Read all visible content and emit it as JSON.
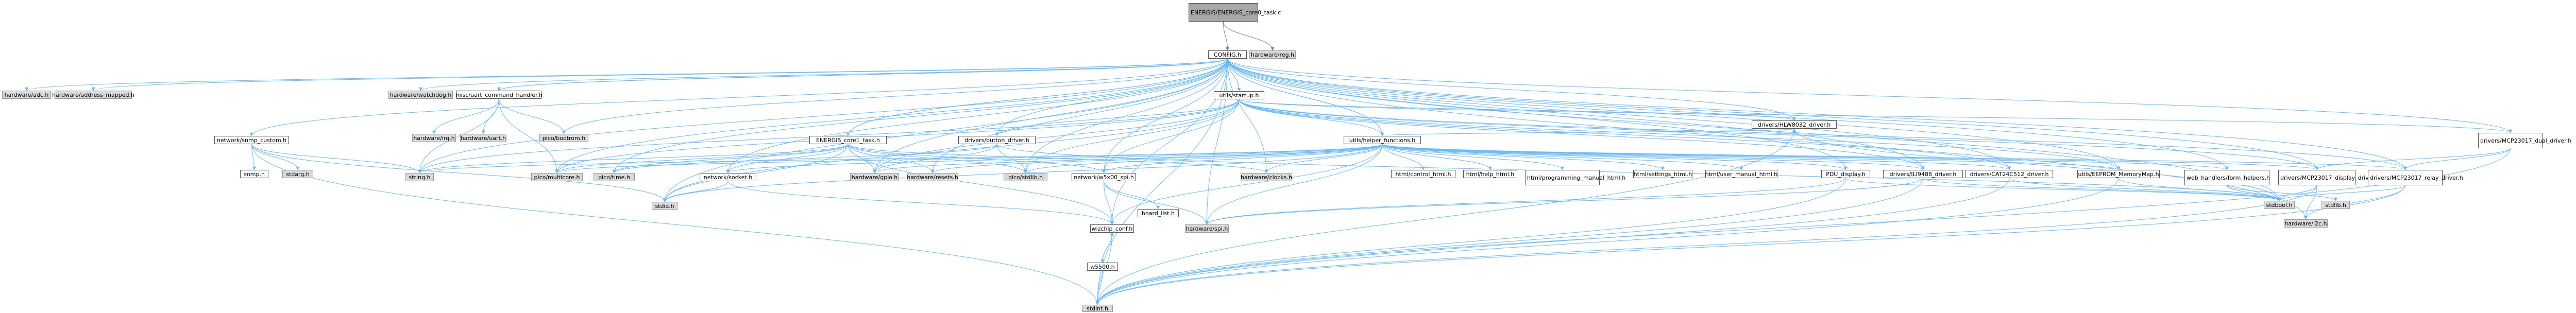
{
  "graph": {
    "colors": {
      "edge": "#63b8ff",
      "edge_root": "#7f7f7f",
      "node_fill": "#ffffff",
      "node_border": "#555555",
      "system_fill": "#d9d9d9",
      "root_fill": "#a7a7a7"
    },
    "nodes": [
      {
        "id": "main",
        "label": "ENERGIS/ENERGIS_core0_task.c",
        "kind": "root"
      },
      {
        "id": "config",
        "label": "CONFIG.h",
        "kind": "file"
      },
      {
        "id": "hwreg",
        "label": "hardware/reg.h",
        "kind": "sys"
      },
      {
        "id": "hwadc",
        "label": "hardware/adc.h",
        "kind": "sys"
      },
      {
        "id": "hwaddr",
        "label": "hardware/address_mapped.h",
        "kind": "sys"
      },
      {
        "id": "hwwatchdog",
        "label": "hardware/watchdog.h",
        "kind": "sys"
      },
      {
        "id": "uartcmd",
        "label": "misc/uart_command_handler.h",
        "kind": "file"
      },
      {
        "id": "hwirq",
        "label": "hardware/irq.h",
        "kind": "sys"
      },
      {
        "id": "hwuart",
        "label": "hardware/uart.h",
        "kind": "sys"
      },
      {
        "id": "picobootsel",
        "label": "pico/bootrom.h",
        "kind": "sys"
      },
      {
        "id": "snmpcustom",
        "label": "network/snmp_custom.h",
        "kind": "file"
      },
      {
        "id": "snmp",
        "label": "snmp.h",
        "kind": "file"
      },
      {
        "id": "stdarg",
        "label": "stdarg.h",
        "kind": "sys"
      },
      {
        "id": "core1",
        "label": "ENERGIS_core1_task.h",
        "kind": "file"
      },
      {
        "id": "string",
        "label": "string.h",
        "kind": "sys"
      },
      {
        "id": "multicore",
        "label": "pico/multicore.h",
        "kind": "sys"
      },
      {
        "id": "picotime",
        "label": "pico/time.h",
        "kind": "sys"
      },
      {
        "id": "stdio",
        "label": "stdio.h",
        "kind": "sys"
      },
      {
        "id": "startup",
        "label": "utils/startup.h",
        "kind": "file"
      },
      {
        "id": "button",
        "label": "drivers/button_driver.h",
        "kind": "file"
      },
      {
        "id": "hwgpio",
        "label": "hardware/gpio.h",
        "kind": "sys"
      },
      {
        "id": "hwresets",
        "label": "hardware/resets.h",
        "kind": "sys"
      },
      {
        "id": "stdlib",
        "label": "pico/stdlib.h",
        "kind": "sys"
      },
      {
        "id": "helper",
        "label": "utils/helper_functions.h",
        "kind": "file"
      },
      {
        "id": "netsocket",
        "label": "network/socket.h",
        "kind": "file"
      },
      {
        "id": "w5x00spi",
        "label": "network/w5x00_spi.h",
        "kind": "file"
      },
      {
        "id": "hwclocks",
        "label": "hardware/clocks.h",
        "kind": "sys"
      },
      {
        "id": "ctrlhtml",
        "label": "html/control_html.h",
        "kind": "file"
      },
      {
        "id": "helphtml",
        "label": "html/help_html.h",
        "kind": "file"
      },
      {
        "id": "proghtml",
        "label": "html/programming_manual_html.h",
        "kind": "file"
      },
      {
        "id": "sethtml",
        "label": "html/settings_html.h",
        "kind": "file"
      },
      {
        "id": "userhtml",
        "label": "html/user_manual_html.h",
        "kind": "file"
      },
      {
        "id": "pdu",
        "label": "PDU_display.h",
        "kind": "file"
      },
      {
        "id": "hlw",
        "label": "drivers/HLW8032_driver.h",
        "kind": "file"
      },
      {
        "id": "ilim",
        "label": "drivers/ILI9488_driver.h",
        "kind": "file"
      },
      {
        "id": "cat",
        "label": "drivers/CAT24C512_driver.h",
        "kind": "file"
      },
      {
        "id": "eeprom",
        "label": "utils/EEPROM_MemoryMap.h",
        "kind": "file"
      },
      {
        "id": "webform",
        "label": "web_handlers/form_helpers.h",
        "kind": "file"
      },
      {
        "id": "mcpdual",
        "label": "drivers/MCP23017_dual_driver.h",
        "kind": "file"
      },
      {
        "id": "mcpdisp",
        "label": "drivers/MCP23017_display_driver.h",
        "kind": "file"
      },
      {
        "id": "mcprelay",
        "label": "drivers/MCP23017_relay_driver.h",
        "kind": "file"
      },
      {
        "id": "wizconf",
        "label": "wizchip_conf.h",
        "kind": "file"
      },
      {
        "id": "board",
        "label": "board_list.h",
        "kind": "file"
      },
      {
        "id": "hwspi",
        "label": "hardware/spi.h",
        "kind": "sys"
      },
      {
        "id": "stdbool",
        "label": "stdbool.h",
        "kind": "sys"
      },
      {
        "id": "stdlibh",
        "label": "stdlib.h",
        "kind": "sys"
      },
      {
        "id": "hwi2c",
        "label": "hardware/i2c.h",
        "kind": "sys"
      },
      {
        "id": "w5500",
        "label": "w5500.h",
        "kind": "file"
      },
      {
        "id": "stdint",
        "label": "stdint.h",
        "kind": "sys"
      }
    ],
    "edges": [
      [
        "main",
        "config"
      ],
      [
        "main",
        "hwreg"
      ],
      [
        "config",
        "hwadc"
      ],
      [
        "config",
        "hwaddr"
      ],
      [
        "config",
        "hwwatchdog"
      ],
      [
        "config",
        "uartcmd"
      ],
      [
        "config",
        "picobootsel"
      ],
      [
        "config",
        "snmpcustom"
      ],
      [
        "config",
        "core1"
      ],
      [
        "config",
        "string"
      ],
      [
        "config",
        "multicore"
      ],
      [
        "config",
        "picotime"
      ],
      [
        "config",
        "stdio"
      ],
      [
        "config",
        "startup"
      ],
      [
        "config",
        "button"
      ],
      [
        "config",
        "hwgpio"
      ],
      [
        "config",
        "hwresets"
      ],
      [
        "config",
        "stdlib"
      ],
      [
        "config",
        "helper"
      ],
      [
        "config",
        "netsocket"
      ],
      [
        "config",
        "w5x00spi"
      ],
      [
        "config",
        "hwclocks"
      ],
      [
        "config",
        "pdu"
      ],
      [
        "config",
        "hlw"
      ],
      [
        "config",
        "ilim"
      ],
      [
        "config",
        "cat"
      ],
      [
        "config",
        "eeprom"
      ],
      [
        "config",
        "webform"
      ],
      [
        "config",
        "mcpdual"
      ],
      [
        "config",
        "mcpdisp"
      ],
      [
        "config",
        "mcprelay"
      ],
      [
        "config",
        "wizconf"
      ],
      [
        "config",
        "hwspi"
      ],
      [
        "config",
        "stdbool"
      ],
      [
        "config",
        "stdint"
      ],
      [
        "config",
        "hwi2c"
      ],
      [
        "uartcmd",
        "hwirq"
      ],
      [
        "uartcmd",
        "hwuart"
      ],
      [
        "uartcmd",
        "picobootsel"
      ],
      [
        "uartcmd",
        "string"
      ],
      [
        "uartcmd",
        "multicore"
      ],
      [
        "uartcmd",
        "config"
      ],
      [
        "snmpcustom",
        "snmp"
      ],
      [
        "snmpcustom",
        "stdarg"
      ],
      [
        "snmpcustom",
        "stdio"
      ],
      [
        "snmpcustom",
        "string"
      ],
      [
        "snmpcustom",
        "stdint"
      ],
      [
        "core1",
        "config"
      ],
      [
        "core1",
        "multicore"
      ],
      [
        "core1",
        "hwgpio"
      ],
      [
        "core1",
        "hwresets"
      ],
      [
        "core1",
        "netsocket"
      ],
      [
        "core1",
        "w5x00spi"
      ],
      [
        "core1",
        "picotime"
      ],
      [
        "core1",
        "stdio"
      ],
      [
        "core1",
        "hwclocks"
      ],
      [
        "core1",
        "stdlib"
      ],
      [
        "core1",
        "wizconf"
      ],
      [
        "core1",
        "string"
      ],
      [
        "startup",
        "config"
      ],
      [
        "startup",
        "button"
      ],
      [
        "startup",
        "helper"
      ],
      [
        "startup",
        "hlw"
      ],
      [
        "startup",
        "ilim"
      ],
      [
        "startup",
        "cat"
      ],
      [
        "startup",
        "mcpdual"
      ],
      [
        "startup",
        "stdlib"
      ],
      [
        "startup",
        "hwgpio"
      ],
      [
        "startup",
        "multicore"
      ],
      [
        "startup",
        "stdio"
      ],
      [
        "startup",
        "string"
      ],
      [
        "startup",
        "mcpdisp"
      ],
      [
        "startup",
        "mcprelay"
      ],
      [
        "startup",
        "eeprom"
      ],
      [
        "startup",
        "w5x00spi"
      ],
      [
        "button",
        "hwgpio"
      ],
      [
        "button",
        "stdlib"
      ],
      [
        "button",
        "picotime"
      ],
      [
        "button",
        "stdbool"
      ],
      [
        "helper",
        "ctrlhtml"
      ],
      [
        "helper",
        "helphtml"
      ],
      [
        "helper",
        "proghtml"
      ],
      [
        "helper",
        "sethtml"
      ],
      [
        "helper",
        "userhtml"
      ],
      [
        "helper",
        "pdu"
      ],
      [
        "helper",
        "hlw"
      ],
      [
        "helper",
        "ilim"
      ],
      [
        "helper",
        "cat"
      ],
      [
        "helper",
        "eeprom"
      ],
      [
        "helper",
        "webform"
      ],
      [
        "helper",
        "mcpdisp"
      ],
      [
        "helper",
        "mcprelay"
      ],
      [
        "helper",
        "netsocket"
      ],
      [
        "helper",
        "w5x00spi"
      ],
      [
        "helper",
        "hwgpio"
      ],
      [
        "helper",
        "hwresets"
      ],
      [
        "helper",
        "hwclocks"
      ],
      [
        "helper",
        "stdlib"
      ],
      [
        "helper",
        "stdio"
      ],
      [
        "helper",
        "string"
      ],
      [
        "helper",
        "multicore"
      ],
      [
        "helper",
        "wizconf"
      ],
      [
        "helper",
        "hwspi"
      ],
      [
        "helper",
        "config"
      ],
      [
        "netsocket",
        "wizconf"
      ],
      [
        "netsocket",
        "stdio"
      ],
      [
        "w5x00spi",
        "wizconf"
      ],
      [
        "w5x00spi",
        "board"
      ],
      [
        "w5x00spi",
        "hwspi"
      ],
      [
        "pdu",
        "stdbool"
      ],
      [
        "pdu",
        "stdint"
      ],
      [
        "pdu",
        "hwspi"
      ],
      [
        "hlw",
        "stdbool"
      ],
      [
        "hlw",
        "stdint"
      ],
      [
        "ilim",
        "hwspi"
      ],
      [
        "ilim",
        "stdint"
      ],
      [
        "ilim",
        "stdbool"
      ],
      [
        "cat",
        "stdint"
      ],
      [
        "cat",
        "stdbool"
      ],
      [
        "eeprom",
        "stdint"
      ],
      [
        "eeprom",
        "stdbool"
      ],
      [
        "webform",
        "stdlibh"
      ],
      [
        "webform",
        "stdbool"
      ],
      [
        "mcpdual",
        "mcpdisp"
      ],
      [
        "mcpdual",
        "mcprelay"
      ],
      [
        "mcpdual",
        "stdint"
      ],
      [
        "mcpdisp",
        "hwi2c"
      ],
      [
        "mcpdisp",
        "stdint"
      ],
      [
        "mcpdisp",
        "stdbool"
      ],
      [
        "mcprelay",
        "hwi2c"
      ],
      [
        "mcprelay",
        "stdint"
      ],
      [
        "mcprelay",
        "stdbool"
      ],
      [
        "wizconf",
        "w5500"
      ],
      [
        "wizconf",
        "stdint"
      ],
      [
        "w5500",
        "wizconf"
      ],
      [
        "w5500",
        "stdint"
      ]
    ]
  }
}
